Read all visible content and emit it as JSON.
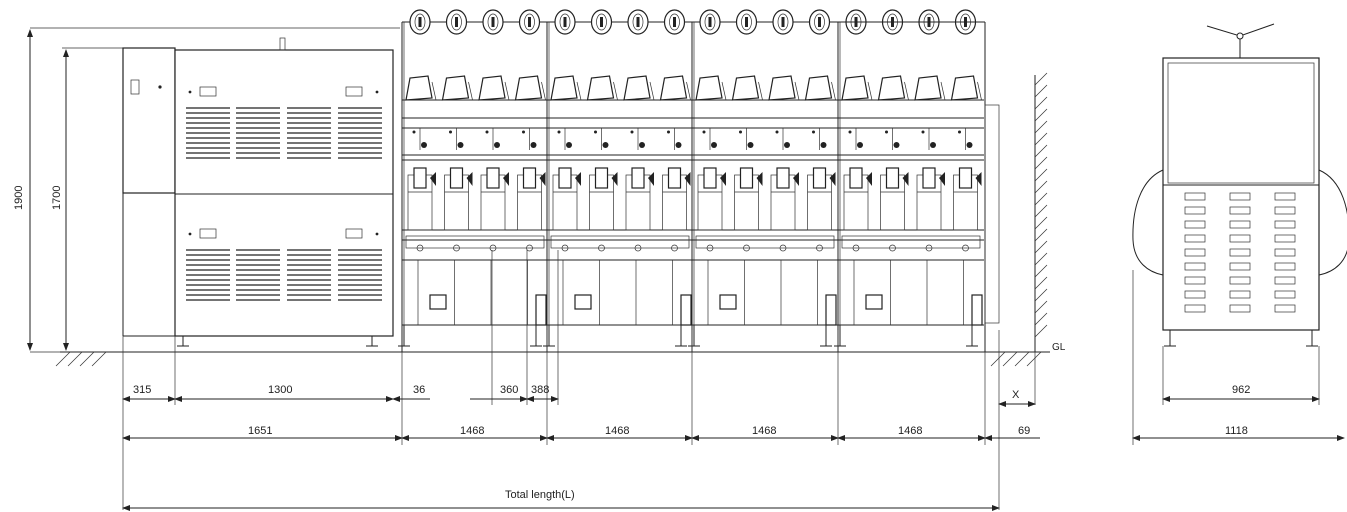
{
  "drawing": {
    "dims": {
      "height_total": "1900",
      "height_cabinet": "1700",
      "d_315": "315",
      "d_1300": "1300",
      "d_36": "36",
      "d_360": "360",
      "d_388": "388",
      "d_x": "X",
      "d_1651": "1651",
      "d_1468_a": "1468",
      "d_1468_b": "1468",
      "d_1468_c": "1468",
      "d_1468_d": "1468",
      "d_69": "69",
      "d_962": "962",
      "d_1118": "1118",
      "ground": "GL",
      "total_length": "Total length(L)"
    }
  }
}
